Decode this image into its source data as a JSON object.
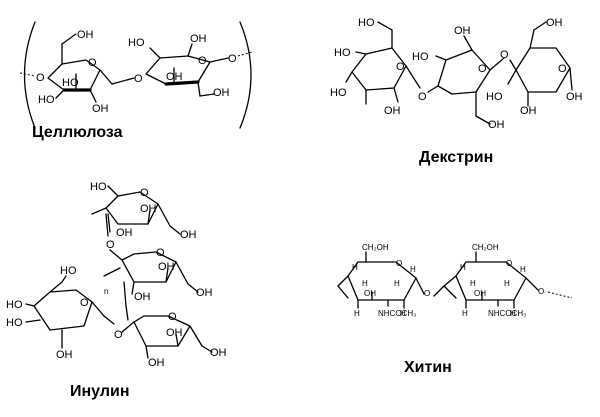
{
  "captions": {
    "cellulose": "Целлюлоза",
    "dextrin": "Декстрин",
    "inulin": "Инулин",
    "chitin": "Хитин"
  },
  "atoms": {
    "oh": "OH",
    "ho": "HO",
    "o": "O",
    "h": "H",
    "ch2oh": "CH₂OH",
    "nhcoch3": "NHCOCH₃",
    "n": "n"
  }
}
